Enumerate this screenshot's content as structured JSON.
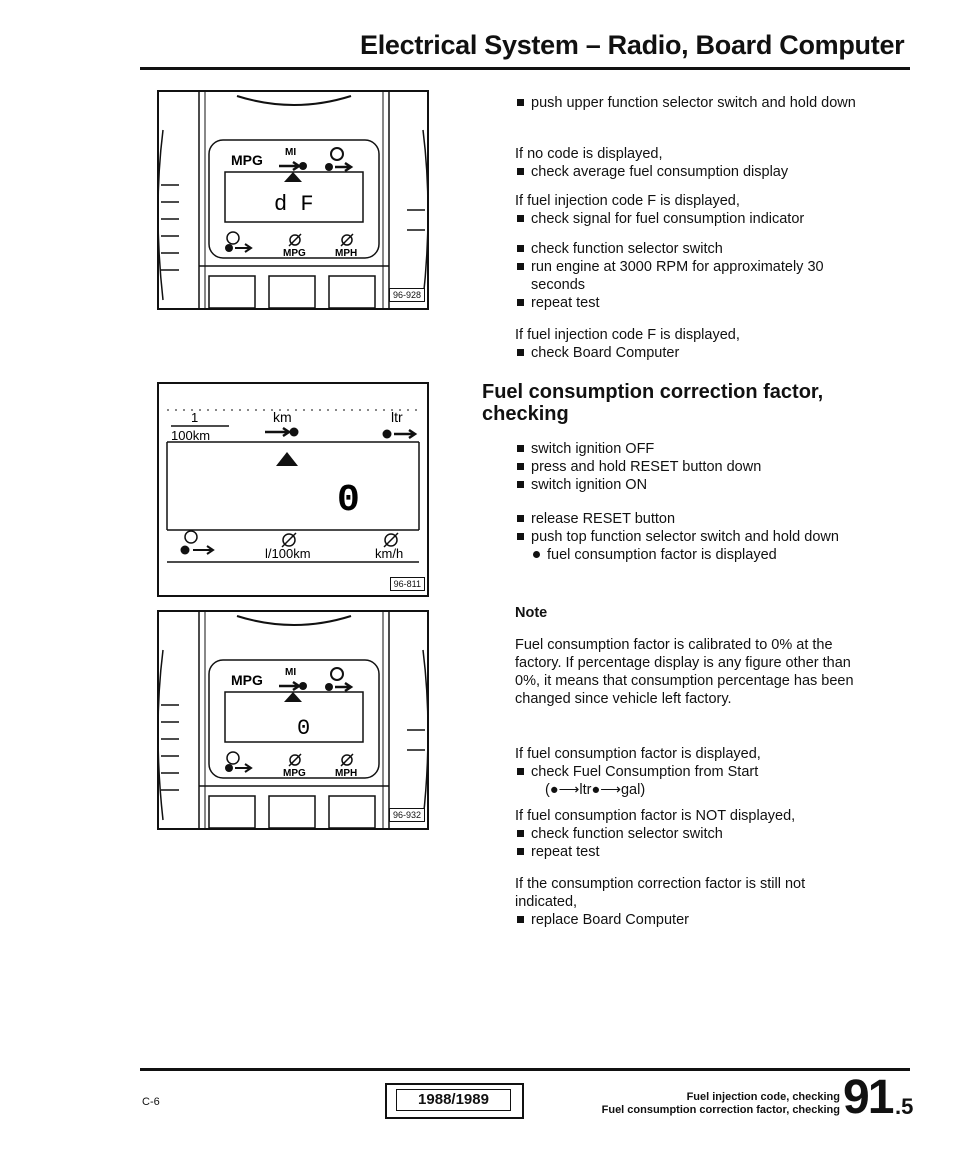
{
  "header": {
    "title": "Electrical System – Radio, Board Computer"
  },
  "figures": [
    {
      "tag": "96-928",
      "top_label": "MPG",
      "top_mid": "MI",
      "display": "d F",
      "bottom_mid": "MPG",
      "bottom_right": "MPH"
    },
    {
      "tag": "96-811",
      "row1_left": "1",
      "row1_left_unit": "100km",
      "row1_mid": "km",
      "row1_right": "ltr",
      "display": "0",
      "row2_mid": "l/100km",
      "row2_right": "km/h"
    },
    {
      "tag": "96-932",
      "top_label": "MPG",
      "top_mid": "MI",
      "display": "0",
      "bottom_mid": "MPG",
      "bottom_right": "MPH"
    }
  ],
  "content": {
    "block1": [
      "push upper function selector switch and hold down"
    ],
    "if1": "If no code is displayed,",
    "b2": "check average fuel consumption display",
    "if2": "If fuel injection code F is displayed,",
    "b3": "check signal for fuel consumption indicator",
    "b4": "check function selector switch",
    "b5": "run engine at 3000 RPM for approximately 30 seconds",
    "b6": "repeat test",
    "if3": "If fuel injection code F is displayed,",
    "b7": "check Board Computer",
    "heading": "Fuel consumption correction factor, checking",
    "b8": "switch ignition OFF",
    "b9": "press and hold RESET button down",
    "b10": "switch ignition ON",
    "b11": "release RESET button",
    "b12": "push top function selector switch and hold down",
    "d1": "fuel consumption factor is displayed",
    "note_title": "Note",
    "note_text": "Fuel consumption factor is calibrated to 0% at the factory. If percentage display is any figure other than 0%, it means that consumption percentage has been changed since vehicle left factory.",
    "if4": "If fuel consumption factor is displayed,",
    "b13": "check Fuel Consumption from Start",
    "b13b": "(●⟶ltr●⟶gal)",
    "if5": "If fuel consumption factor is NOT displayed,",
    "b14": "check function selector switch",
    "b15": "repeat test",
    "if6": "If the consumption correction factor is still not indicated,",
    "b16": "replace Board Computer"
  },
  "footer": {
    "code": "C-6",
    "year": "1988/1989",
    "line1": "Fuel injection code, checking",
    "line2": "Fuel consumption correction factor, checking",
    "page_main": "91",
    "page_sub": ".5"
  }
}
